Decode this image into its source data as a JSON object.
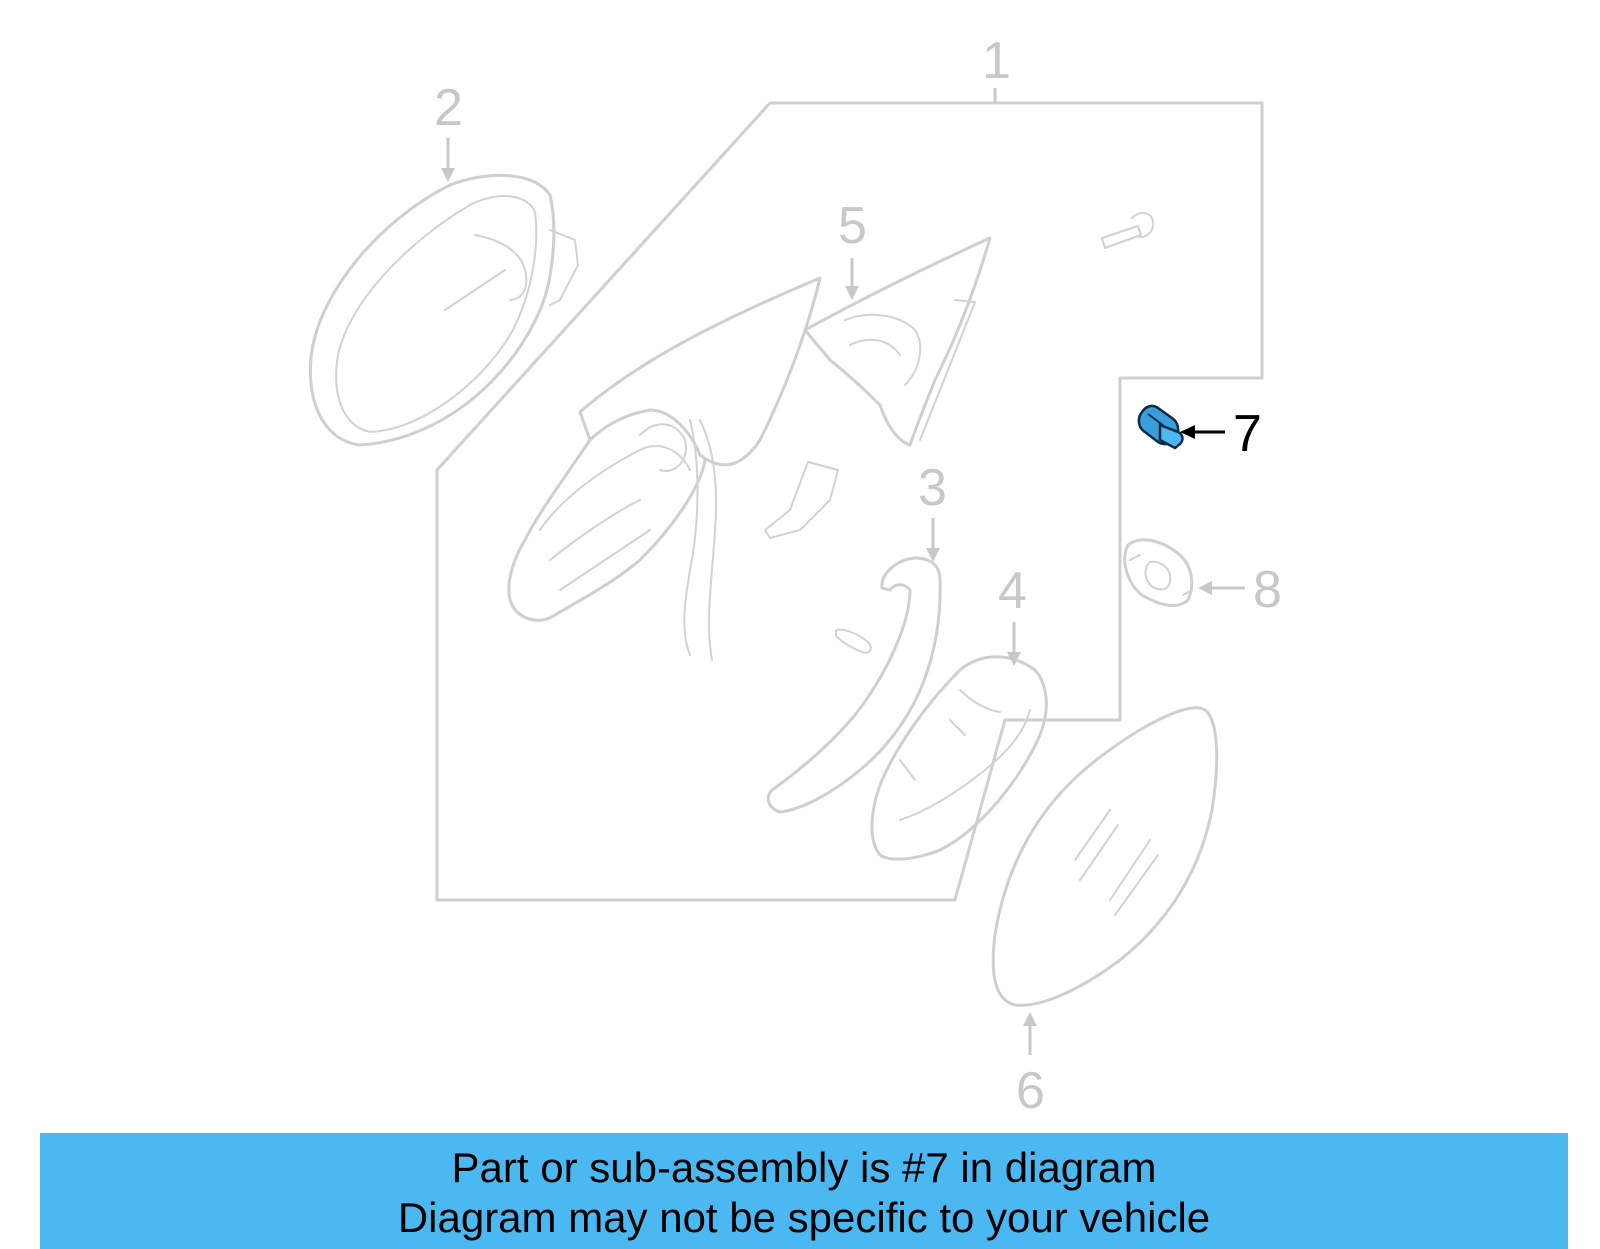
{
  "callouts": {
    "c1": "1",
    "c2": "2",
    "c3": "3",
    "c4": "4",
    "c5": "5",
    "c6": "6",
    "c7": "7",
    "c8": "8"
  },
  "highlighted_part": "7",
  "colors": {
    "highlight": "#4cb8f2",
    "highlight_part": "#3a9fd8",
    "line_art": "#cfcfcf",
    "callout_inactive": "#c8c8c8"
  },
  "banner": {
    "line1": "Part or sub-assembly is #7 in diagram",
    "line2": "Diagram may not be specific to your vehicle"
  }
}
